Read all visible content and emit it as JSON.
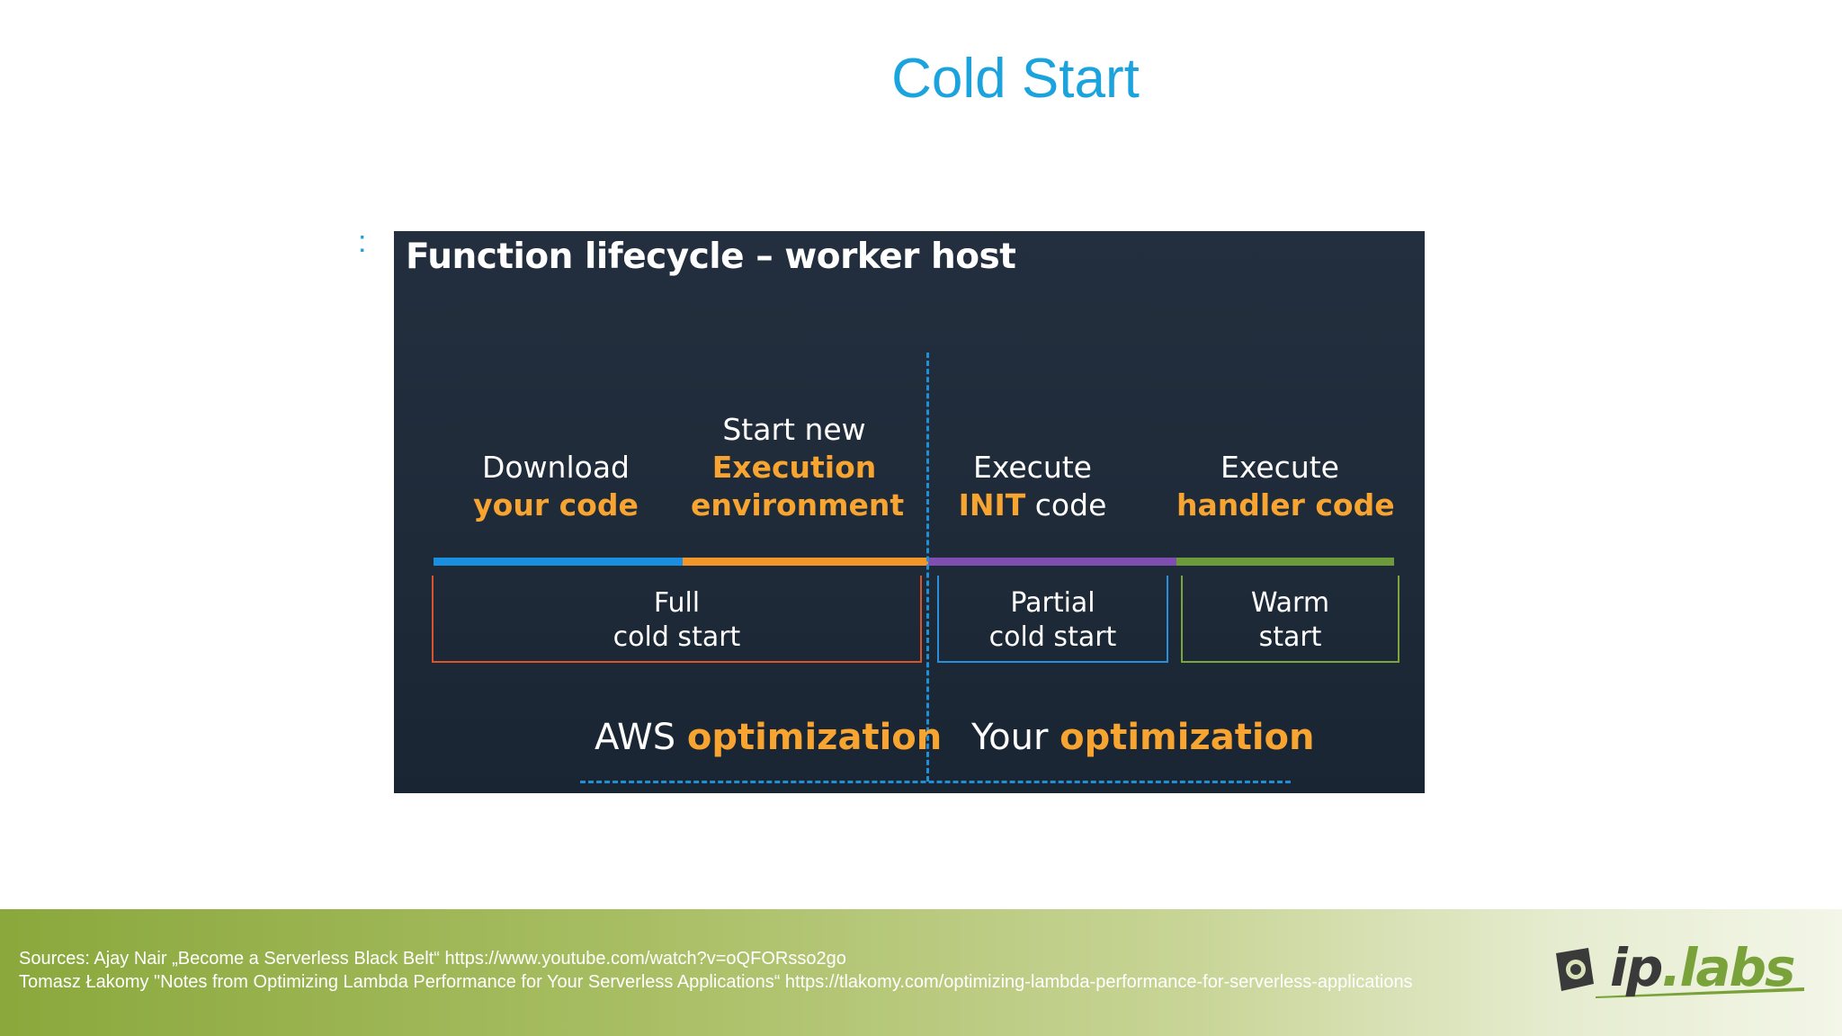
{
  "page": {
    "title": "Cold Start",
    "bullet": ":"
  },
  "diagram": {
    "title": "Function lifecycle – worker host",
    "steps": [
      {
        "line1": "Download",
        "line2": "your code",
        "line3": ""
      },
      {
        "line1": "Start new",
        "line2": "Execution",
        "line3": "environment"
      },
      {
        "line1": "Execute",
        "line2a": "INIT",
        "line2b": " code"
      },
      {
        "line1": "Execute",
        "line2": "handler code"
      }
    ],
    "boxes": [
      {
        "line1": "Full",
        "line2": "cold start"
      },
      {
        "line1": "Partial",
        "line2": "cold start"
      },
      {
        "line1": "Warm",
        "line2": "start"
      }
    ],
    "optimization": {
      "aws_prefix": "AWS ",
      "aws_highlight": "optimization",
      "your_prefix": "Your ",
      "your_highlight": "optimization"
    },
    "colors": {
      "bar_download": "#1a8fe0",
      "bar_execution": "#f2962a",
      "bar_init": "#7e4fb0",
      "bar_handler": "#6d9a3a",
      "box_full": "#d9532c",
      "box_partial": "#2a8fdb",
      "box_warm": "#7aa63c",
      "highlight": "#f7a431"
    }
  },
  "footer": {
    "source1": "Sources: Ajay Nair „Become a Serverless Black Belt“ https://www.youtube.com/watch?v=oQFORsso2go",
    "source2": "Tomasz Łakomy \"Notes from Optimizing Lambda Performance for Your Serverless Applications“ https://tlakomy.com/optimizing-lambda-performance-for-serverless-applications",
    "logo_text_a": "ip",
    "logo_text_b": ".labs"
  }
}
